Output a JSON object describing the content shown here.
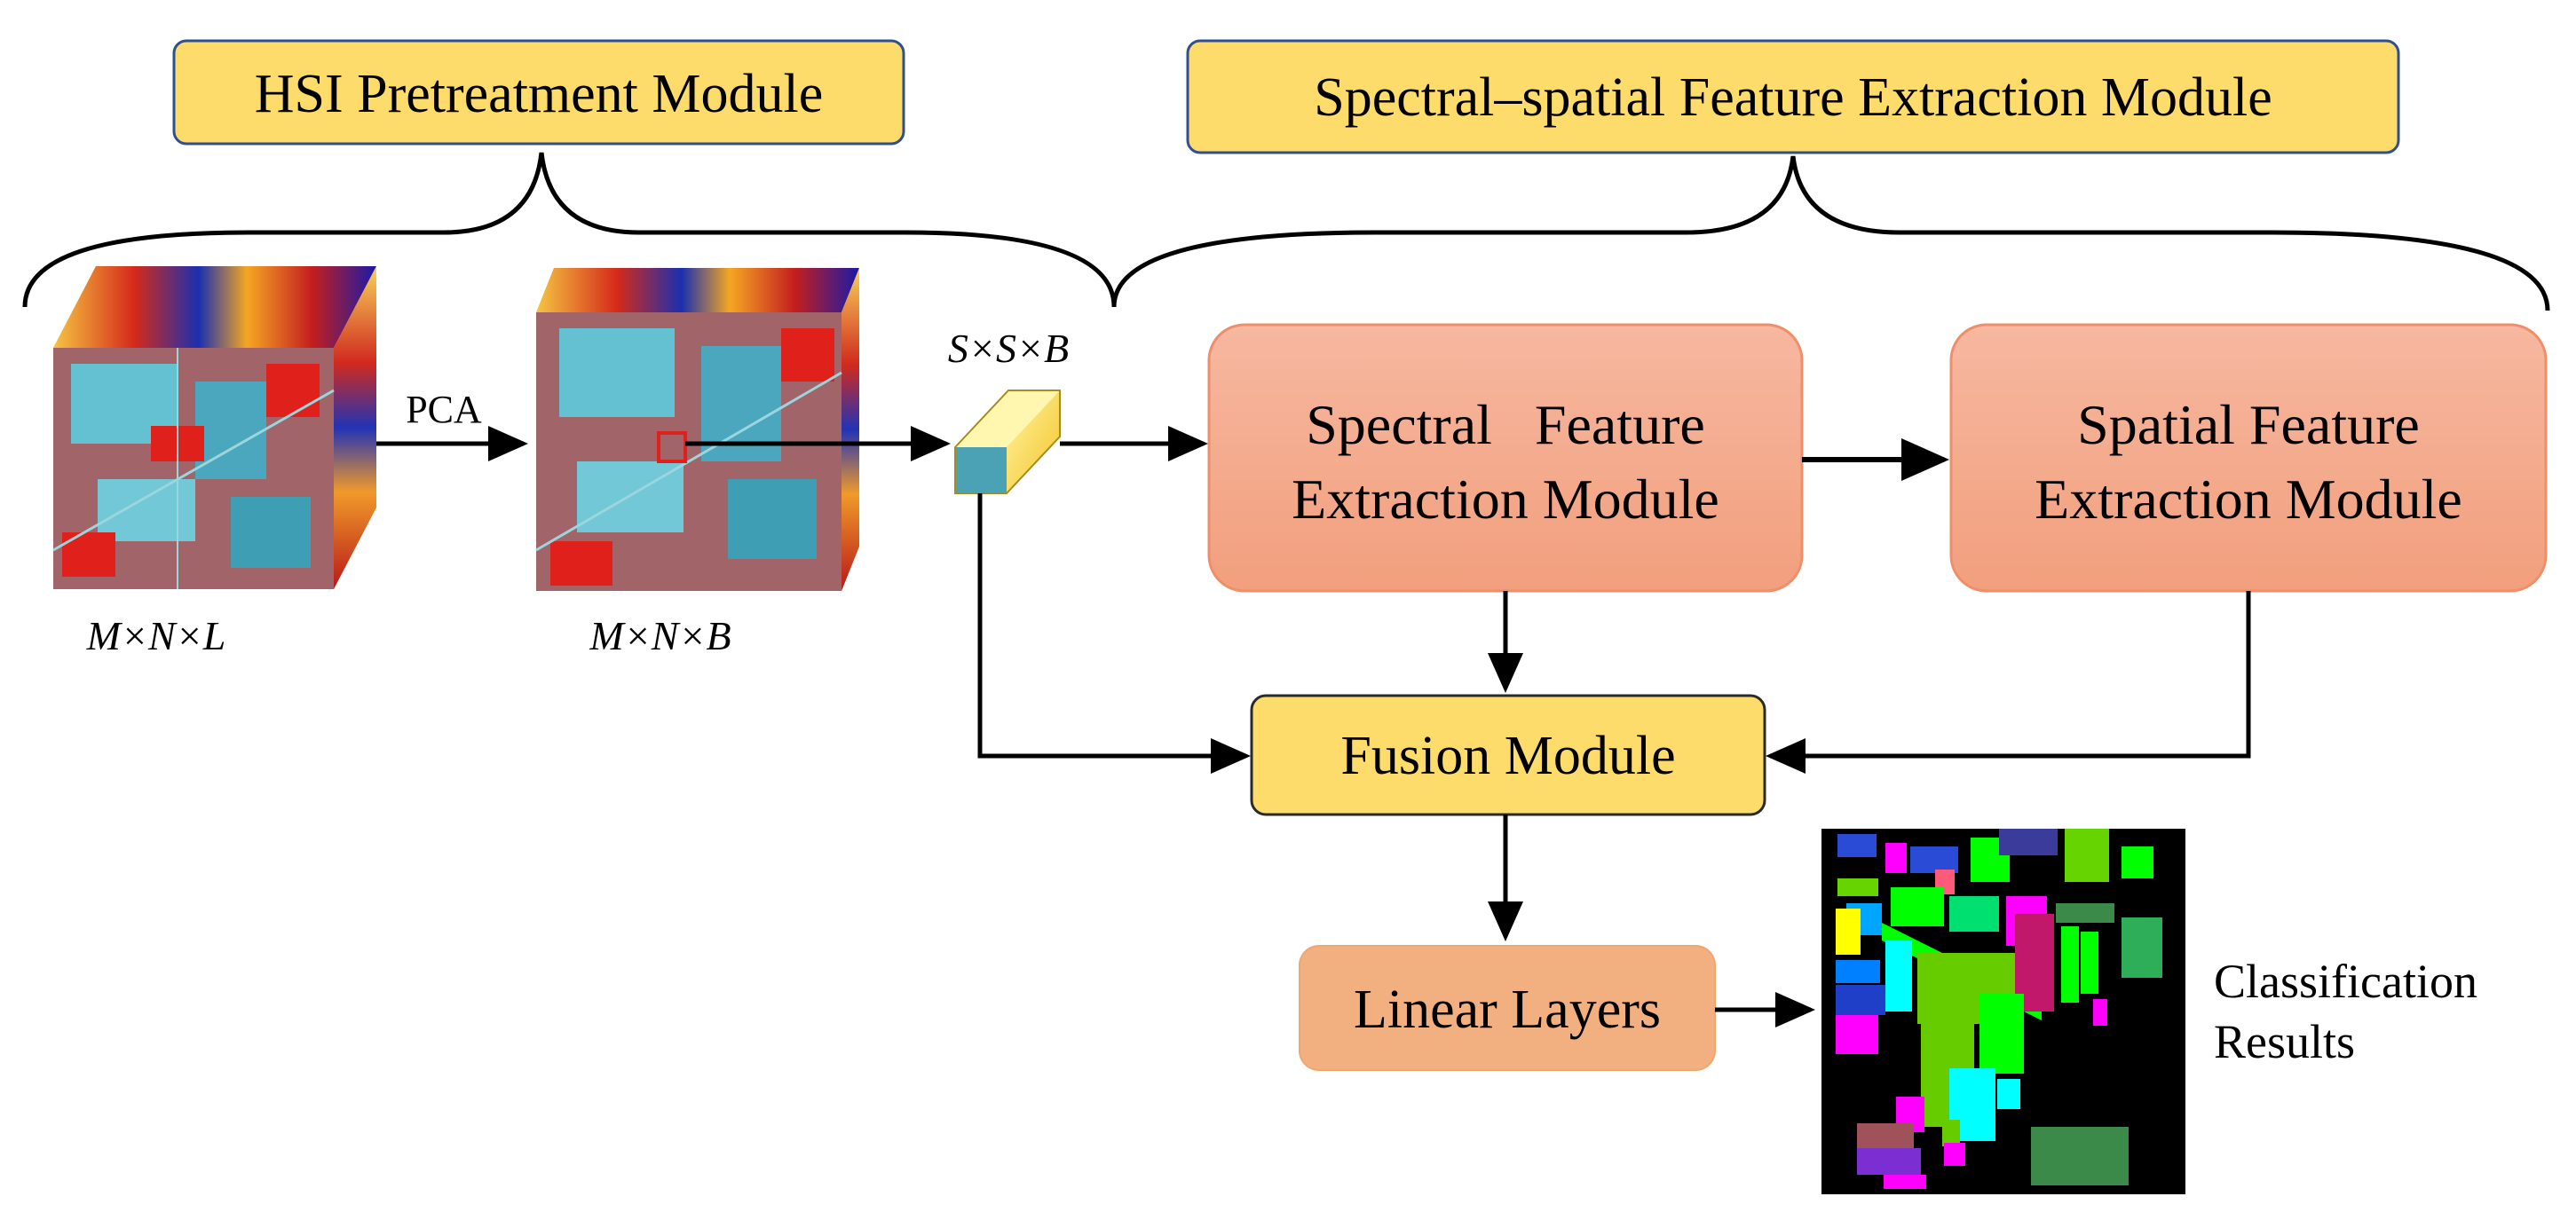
{
  "modules": {
    "pretreatment_label": "HSI Pretreatment Module",
    "extraction_label": "Spectral–spatial Feature Extraction Module",
    "spectral_line1": "Spectral   Feature",
    "spectral_line2": "Extraction Module",
    "spatial_line1": "Spatial Feature",
    "spatial_line2": "Extraction Module",
    "fusion_label": "Fusion Module",
    "linear_label": "Linear Layers"
  },
  "labels": {
    "pca": "PCA",
    "cube_in_dims": "M×N×L",
    "cube_pca_dims": "M×N×B",
    "patch_dims": "S×S×B",
    "results_line1": "Classification",
    "results_line2": "Results"
  },
  "colors": {
    "yellow_box": "#fddc6b",
    "yellow_border": "#2f4f8f",
    "salmon_box": "#f4a889",
    "salmon_border": "#ee8f6a",
    "linear_box": "#f2b080",
    "hsi_red": "#e0201a",
    "hsi_cyan": "#5fb6c8",
    "map_background": "#000000"
  }
}
